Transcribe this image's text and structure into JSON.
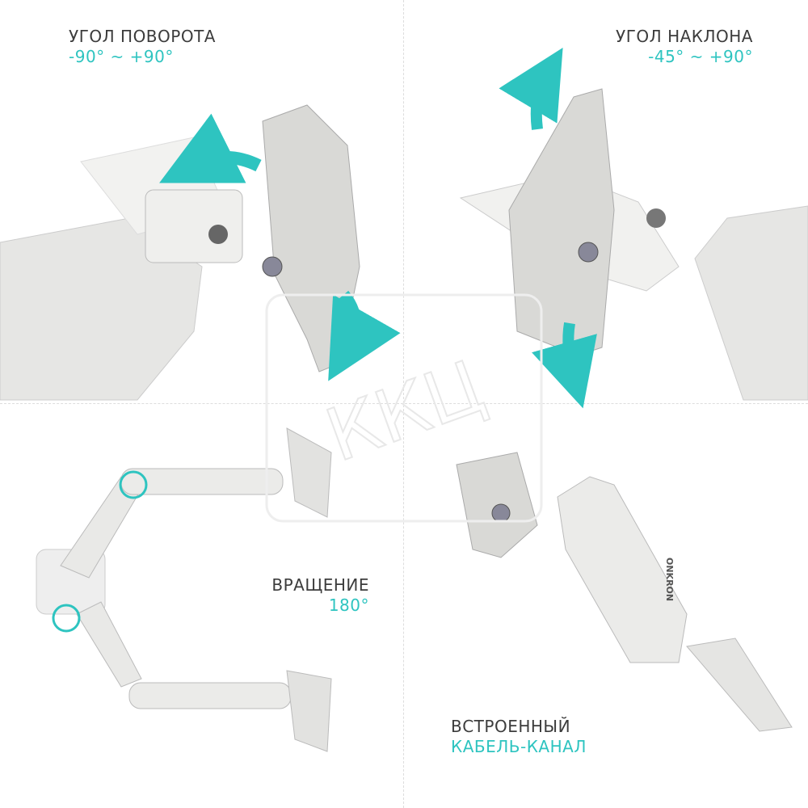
{
  "colors": {
    "accent": "#2ec4c0",
    "text": "#3c3c3c",
    "metal": "#e9e9e7"
  },
  "panels": [
    {
      "title": "УГОЛ ПОВОРОТА",
      "value": "-90° ~ +90°"
    },
    {
      "title": "УГОЛ НАКЛОНА",
      "value": "-45° ~ +90°"
    },
    {
      "title": "ВРАЩЕНИЕ",
      "value": "180°"
    },
    {
      "title": "ВСТРОЕННЫЙ",
      "value": "КАБЕЛЬ-КАНАЛ"
    }
  ],
  "brand": "ONKRON",
  "watermark": "ККЦ"
}
